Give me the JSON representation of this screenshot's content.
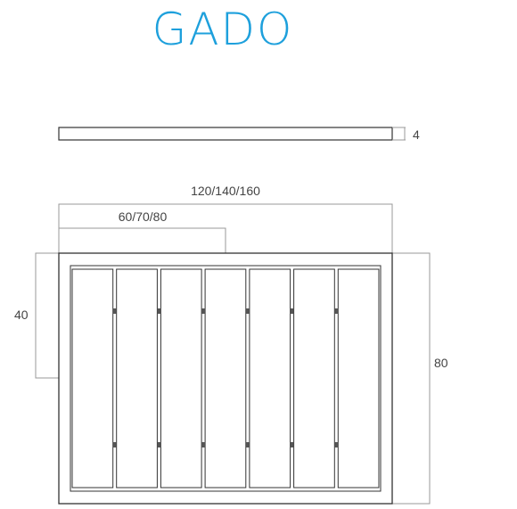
{
  "product_name": "GADO",
  "brand_color": "#1ea0dc",
  "line_color": "#555555",
  "dimensions": {
    "thickness": "4",
    "total_width": "120/140/160",
    "half_width": "60/70/80",
    "partial_height": "40",
    "total_height": "80"
  },
  "slat_count": 7
}
